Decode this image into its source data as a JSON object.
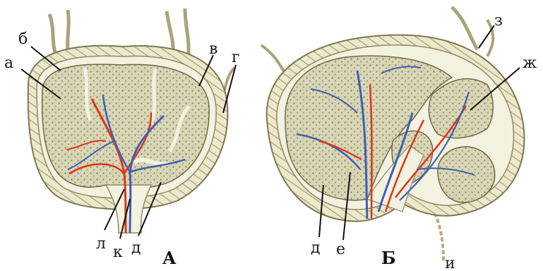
{
  "panels": [
    {
      "id": "A",
      "caption": "А",
      "labels": {
        "a": "а",
        "b": "б",
        "v": "в",
        "g": "г",
        "d": "д",
        "k": "к",
        "l": "л"
      }
    },
    {
      "id": "B",
      "caption": "Б",
      "labels": {
        "d": "д",
        "e": "е",
        "zh": "ж",
        "z": "з",
        "i": "и"
      }
    }
  ],
  "colors": {
    "background": "#ffffff",
    "tissue": "#d7d5b2",
    "tissue_dark": "#b9b78c",
    "capsule": "#e7e3c5",
    "capsule_line": "#8f8a60",
    "artery": "#e0341b",
    "vein": "#3f5fb4",
    "outline": "#6f6a45"
  }
}
